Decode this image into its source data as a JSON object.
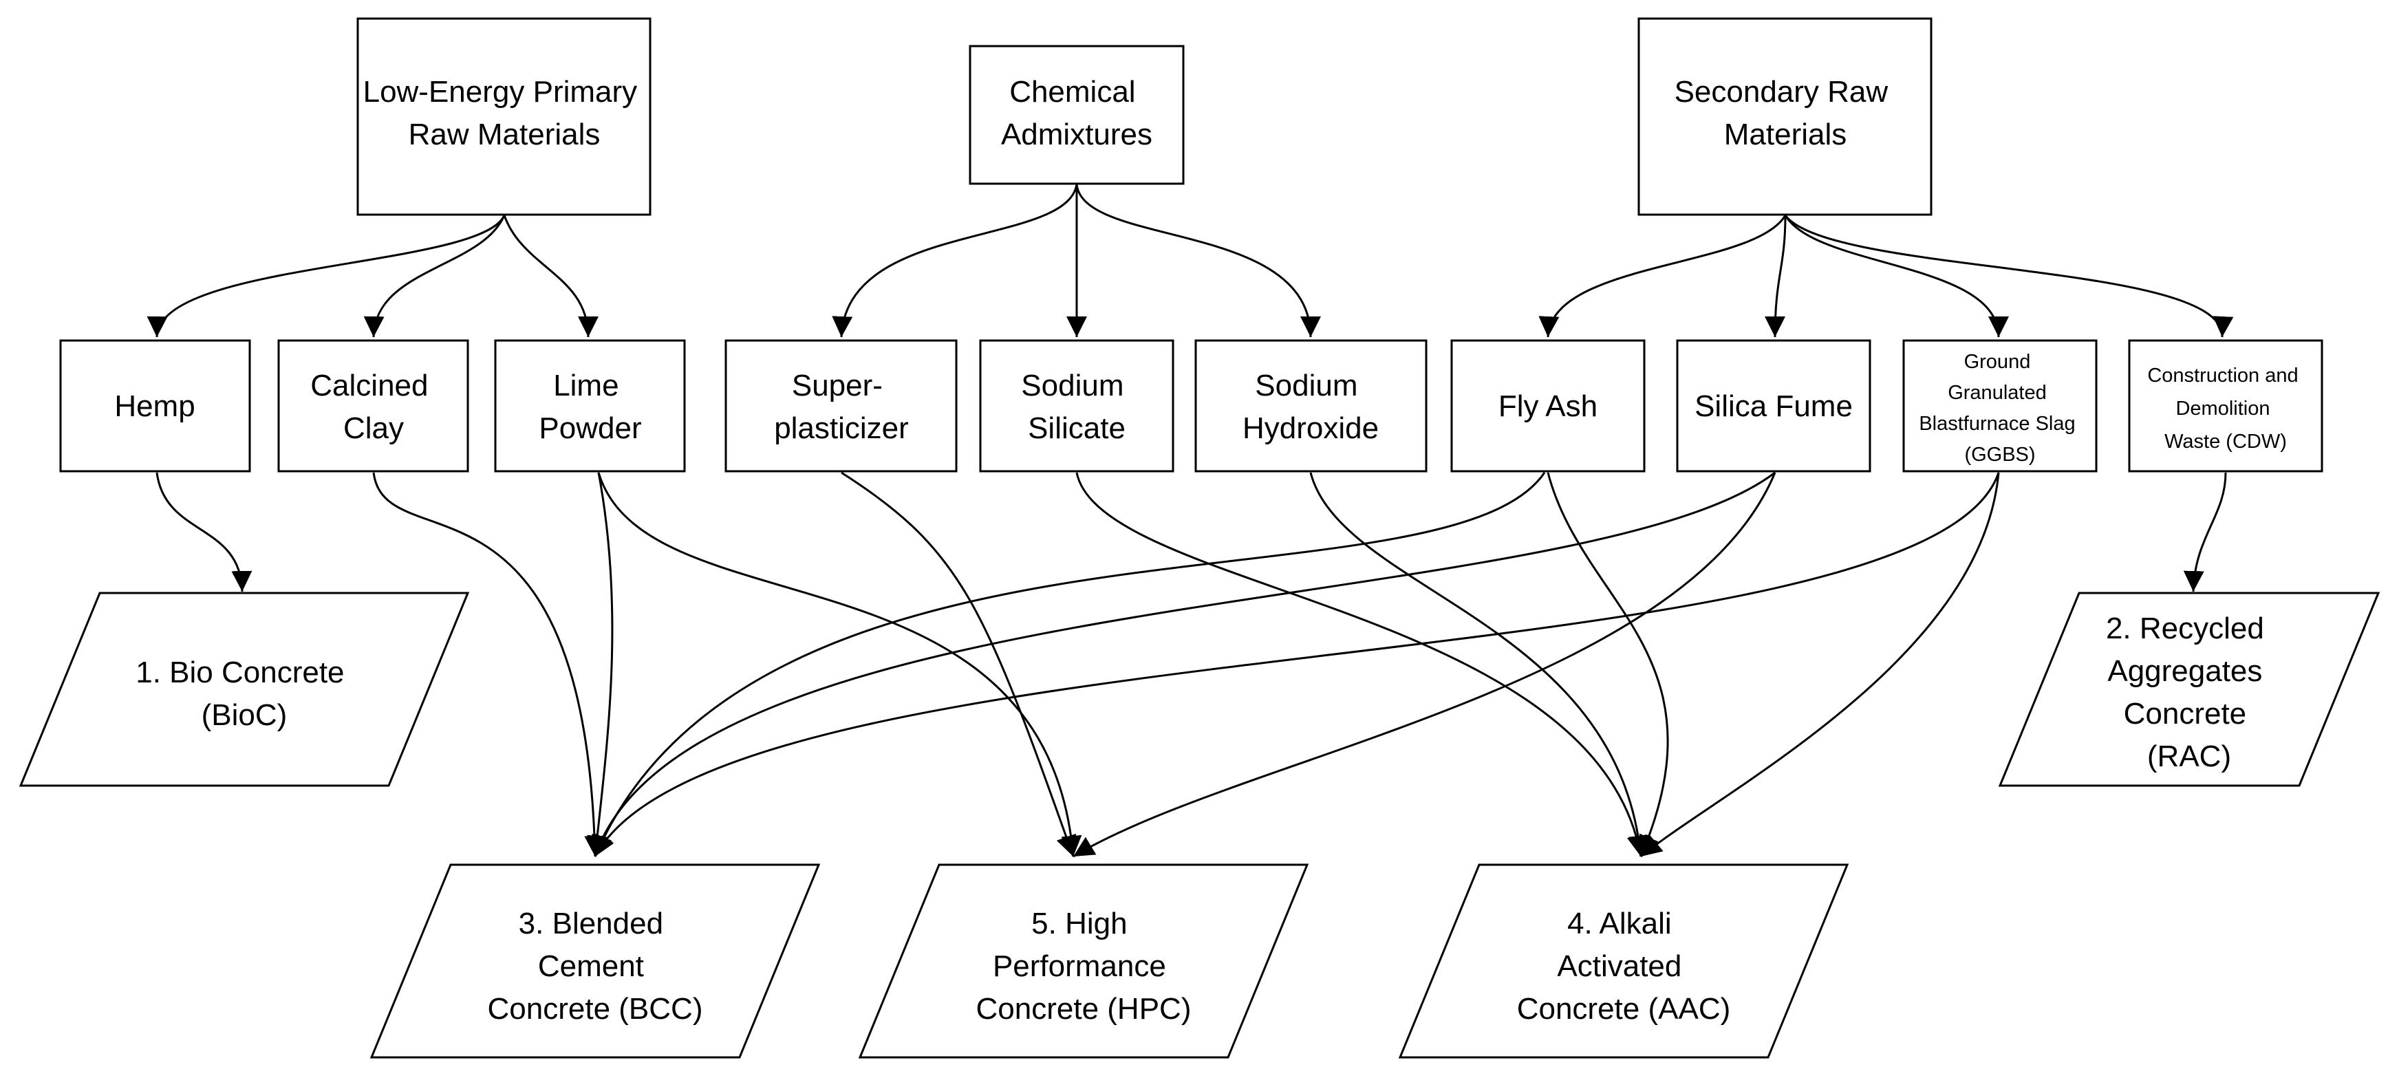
{
  "sources": {
    "low_energy": [
      "Low-Energy Primary",
      "Raw Materials"
    ],
    "chemical": [
      "Chemical",
      "Admixtures"
    ],
    "secondary": [
      "Secondary Raw",
      "Materials"
    ]
  },
  "materials": {
    "hemp": [
      "Hemp"
    ],
    "calcined_clay": [
      "Calcined",
      "Clay"
    ],
    "lime_powder": [
      "Lime",
      "Powder"
    ],
    "superplasticizer": [
      "Super-",
      "plasticizer"
    ],
    "sodium_silicate": [
      "Sodium",
      "Silicate"
    ],
    "sodium_hydroxide": [
      "Sodium",
      "Hydroxide"
    ],
    "fly_ash": [
      "Fly Ash"
    ],
    "silica_fume": [
      "Silica Fume"
    ],
    "ggbs": [
      "Ground",
      "Granulated",
      "Blastfurnace Slag",
      "(GGBS)"
    ],
    "cdw": [
      "Construction and",
      "Demolition",
      "Waste (CDW)"
    ]
  },
  "outputs": {
    "bioc": [
      "1. Bio Concrete",
      "(BioC)"
    ],
    "rac": [
      "2. Recycled",
      "Aggregates",
      "Concrete",
      "(RAC)"
    ],
    "bcc": [
      "3. Blended",
      "Cement",
      "Concrete (BCC)"
    ],
    "aac": [
      "4. Alkali",
      "Activated",
      "Concrete (AAC)"
    ],
    "hpc": [
      "5. High",
      "Performance",
      "Concrete (HPC)"
    ]
  }
}
